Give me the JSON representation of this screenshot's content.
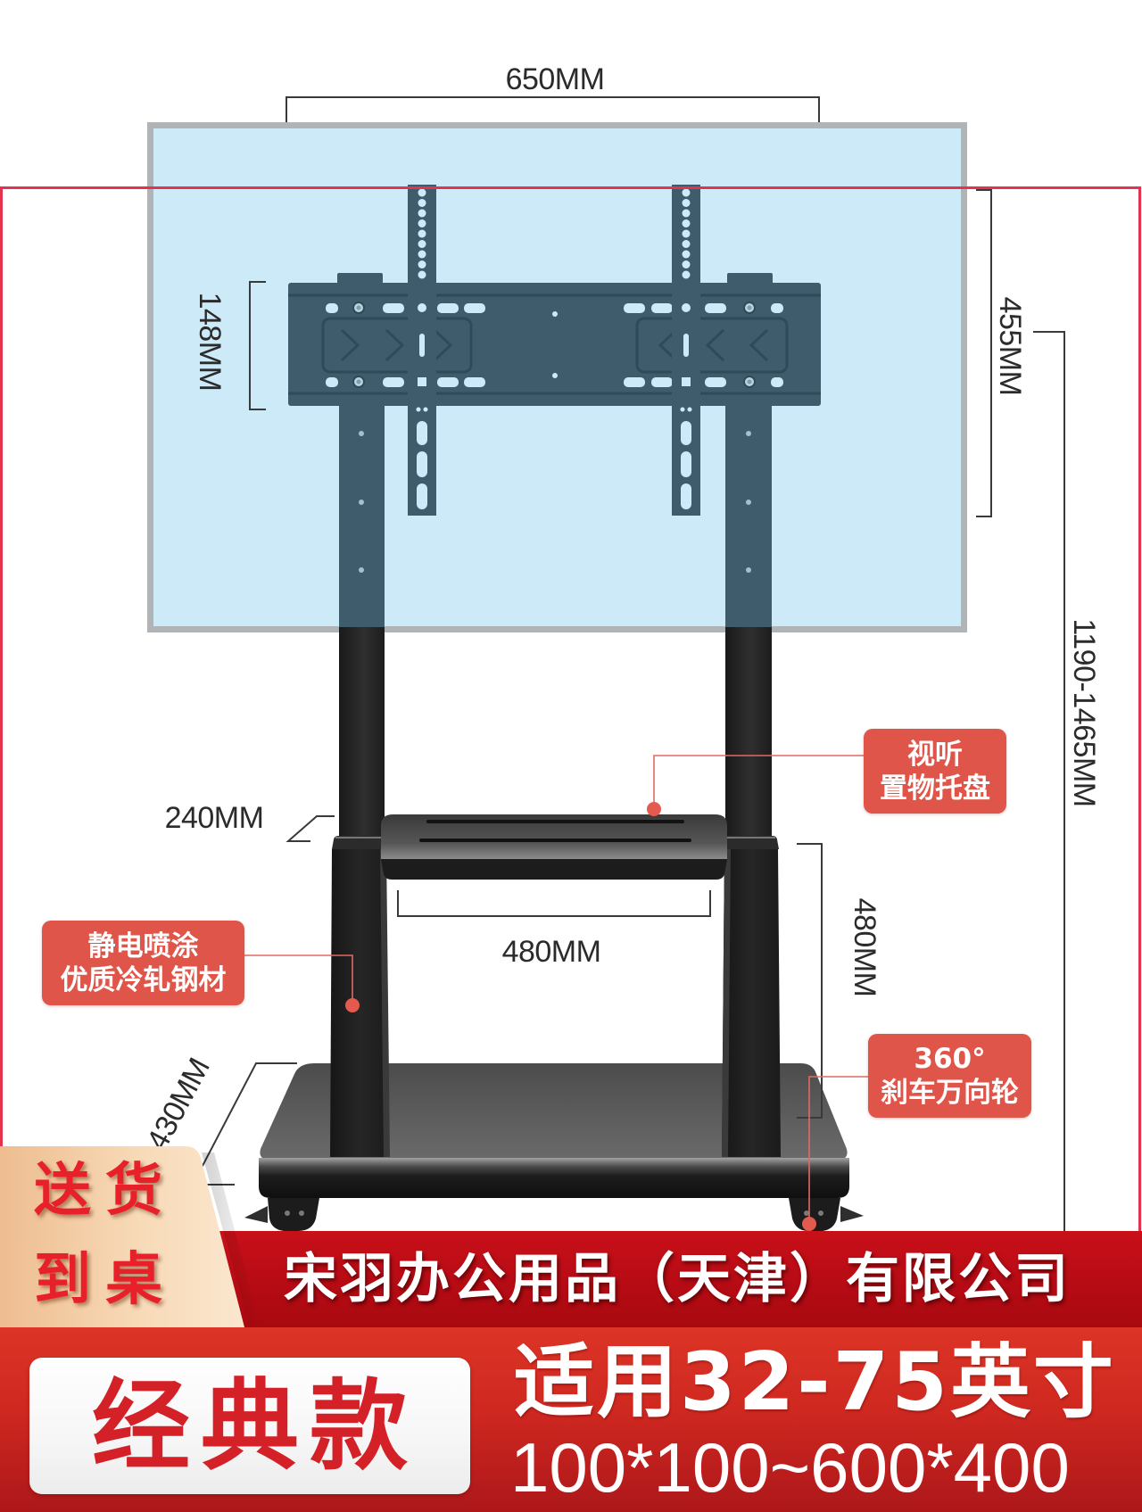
{
  "dimensions": {
    "overall_width": "650MM",
    "mount_plate_height": "148MM",
    "vesa_vertical_span": "455MM",
    "total_height_range": "1190-1465MM",
    "tray_depth": "240MM",
    "tray_width": "480MM",
    "lower_frame_height": "480MM",
    "base_depth": "430MM"
  },
  "callouts": [
    {
      "lines": [
        "视听",
        "置物托盘"
      ]
    },
    {
      "lines": [
        "静电喷涂",
        "优质冷轧钢材"
      ]
    },
    {
      "lines": [
        "360°",
        "刹车万向轮"
      ]
    }
  ],
  "banner": {
    "badge_lines": [
      "送货",
      "到桌"
    ],
    "company": "宋羽办公用品（天津）有限公司",
    "model_label": "经典款",
    "size_range": "适用32-75英寸",
    "vesa_range": "100*100~600*400"
  },
  "colors": {
    "screen_blue": "#cdeaf9",
    "screen_border": "#b1b4b6",
    "mount_slate": "#3f5c6c",
    "frame_red": "#e3334d",
    "callout_red": "#e0554a",
    "leader_red": "#e06a62",
    "banner_dark_red": "#c00f18",
    "banner_red": "#d62d23",
    "model_text_red": "#d42127",
    "badge_text_red": "#e8202a"
  }
}
